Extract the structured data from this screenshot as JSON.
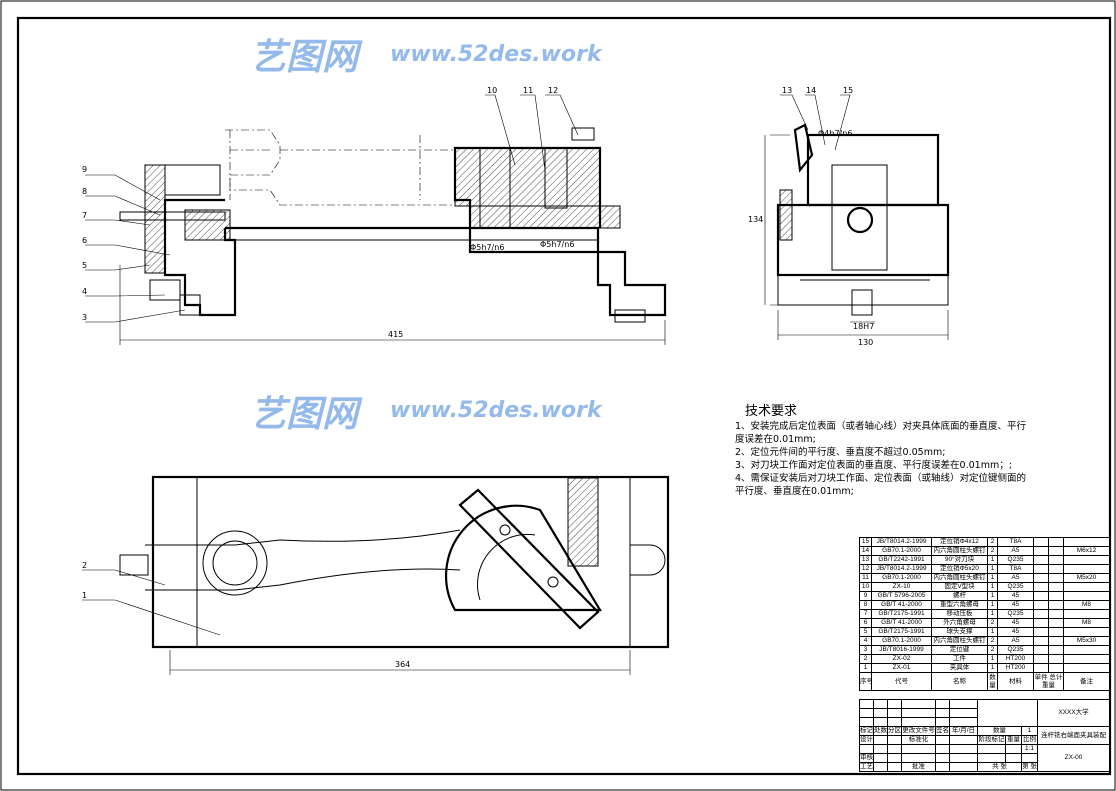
{
  "watermark": {
    "logo": "艺图网",
    "url": "www.52des.work"
  },
  "dimensions": {
    "front_length": "415",
    "side_width": "130",
    "side_height": "134",
    "top_length": "364",
    "fit_1": "Φ5h7/n6",
    "fit_2": "Φ5h7/n6",
    "fit_3": "Φ4h7/n6",
    "key_slot": "18H7"
  },
  "balloons": {
    "front": [
      "9",
      "8",
      "7",
      "6",
      "5",
      "4",
      "3",
      "10",
      "11",
      "12"
    ],
    "side": [
      "13",
      "14",
      "15"
    ],
    "top": [
      "2",
      "1"
    ]
  },
  "tech_req": {
    "title": "技术要求",
    "items": [
      "1、安装完成后定位表面（或者轴心线）对夹具体底面的垂直度、平行度误差在0.01mm;",
      "2、定位元件间的平行度、垂直度不超过0.05mm;",
      "3、对刀块工作面对定位表面的垂直度、平行度误差在0.01mm；;",
      "4、需保证安装后对刀块工作面、定位表面（或轴线）对定位键侧面的平行度、垂直度在0.01mm;"
    ]
  },
  "bom": {
    "rows": [
      [
        "15",
        "JB/T8014.2-1999",
        "定位销Φ4x12",
        "2",
        "T8A",
        "",
        "",
        ""
      ],
      [
        "14",
        "GB70.1-2000",
        "内六角圆柱头螺钉",
        "2",
        "A5",
        "",
        "",
        "M6x12"
      ],
      [
        "13",
        "GB/T2242-1991",
        "90°对刀块",
        "1",
        "Q235",
        "",
        "",
        ""
      ],
      [
        "12",
        "JB/T8014.2-1999",
        "定位销Φ5x20",
        "1",
        "T8A",
        "",
        "",
        ""
      ],
      [
        "11",
        "GB70.1-2000",
        "内六角圆柱头螺钉",
        "1",
        "A5",
        "",
        "",
        "M5x20"
      ],
      [
        "10",
        "ZX-10",
        "固定V型块",
        "1",
        "Q235",
        "",
        "",
        ""
      ],
      [
        "9",
        "GB/T 5796-2005",
        "螺杆",
        "1",
        "45",
        "",
        "",
        ""
      ],
      [
        "8",
        "GB/T 41-2000",
        "重型六角螺母",
        "1",
        "45",
        "",
        "",
        "M8"
      ],
      [
        "7",
        "GB/T2175-1991",
        "移动压板",
        "1",
        "Q235",
        "",
        "",
        ""
      ],
      [
        "6",
        "GB/T 41-2000",
        "外六角螺母",
        "2",
        "45",
        "",
        "",
        "M8"
      ],
      [
        "5",
        "GB/T2175-1991",
        "球头支撑",
        "1",
        "45",
        "",
        "",
        ""
      ],
      [
        "4",
        "GB70.1-2000",
        "内六角圆柱头螺钉",
        "2",
        "A5",
        "",
        "",
        "M5x30"
      ],
      [
        "3",
        "JB/T8016-1999",
        "定位键",
        "2",
        "Q235",
        "",
        "",
        ""
      ],
      [
        "2",
        "ZX-02",
        "工件",
        "1",
        "HT200",
        "",
        "",
        ""
      ],
      [
        "1",
        "ZX-01",
        "夹具体",
        "1",
        "HT200",
        "",
        "",
        ""
      ]
    ],
    "header": {
      "no": "序号",
      "code": "代号",
      "name": "名称",
      "qty": "数量",
      "material": "材料",
      "single": "单件",
      "total": "总计",
      "weight": "重量",
      "remark": "备注"
    }
  },
  "title_block": {
    "school": "XXXX大学",
    "drawing_name": "连杆铣右端面夹具装配",
    "drawing_no": "ZX-00",
    "qty_label": "数量",
    "qty": "1",
    "stage": "阶段标记",
    "weight": "重量",
    "scale_label": "比例",
    "scale": "1:1",
    "mark": "标记",
    "count": "处数",
    "zone": "分区",
    "change": "更改文件号",
    "sign": "签名",
    "date": "年/月/日",
    "design": "设计",
    "standard": "标准化",
    "review": "审核",
    "process": "工艺",
    "approve": "批准",
    "total_sheets": "共  张",
    "sheet": "第  张"
  }
}
